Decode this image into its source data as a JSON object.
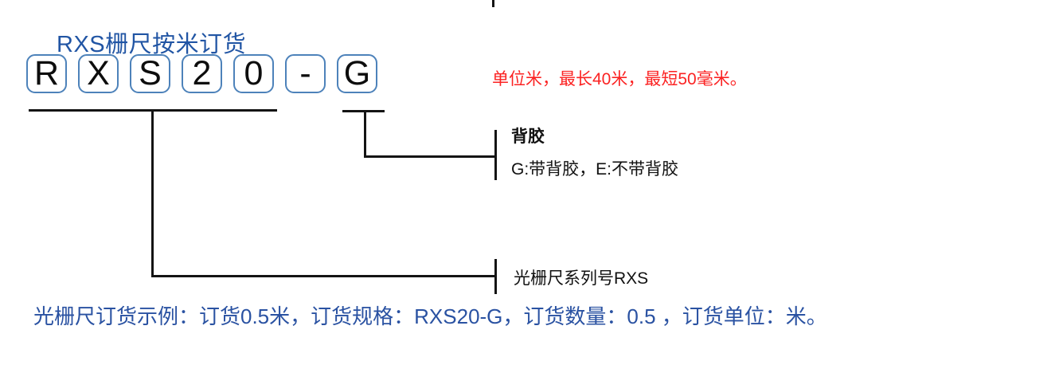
{
  "title": {
    "text": "RXS栅尺按米订货"
  },
  "order_code": {
    "boxes": [
      "R",
      "X",
      "S",
      "2",
      "0",
      "-",
      "G"
    ],
    "full_code": "RXS20-G"
  },
  "unit_note": {
    "text": "单位米，最长40米，最短50毫米。"
  },
  "callouts": {
    "backing": {
      "heading": "背胶",
      "detail": "G:带背胶，E:不带背胶"
    },
    "series": {
      "label": "光栅尺系列号RXS"
    }
  },
  "example": {
    "text": "光栅尺订货示例：订货0.5米，订货规格：RXS20-G，订货数量：0.5 ，订货单位：米。"
  },
  "colors": {
    "title_blue": "#2155a4",
    "example_blue": "#2a52a2",
    "note_red": "#fb2222",
    "box_border_blue": "#4d82ba",
    "line_black": "#141414"
  }
}
